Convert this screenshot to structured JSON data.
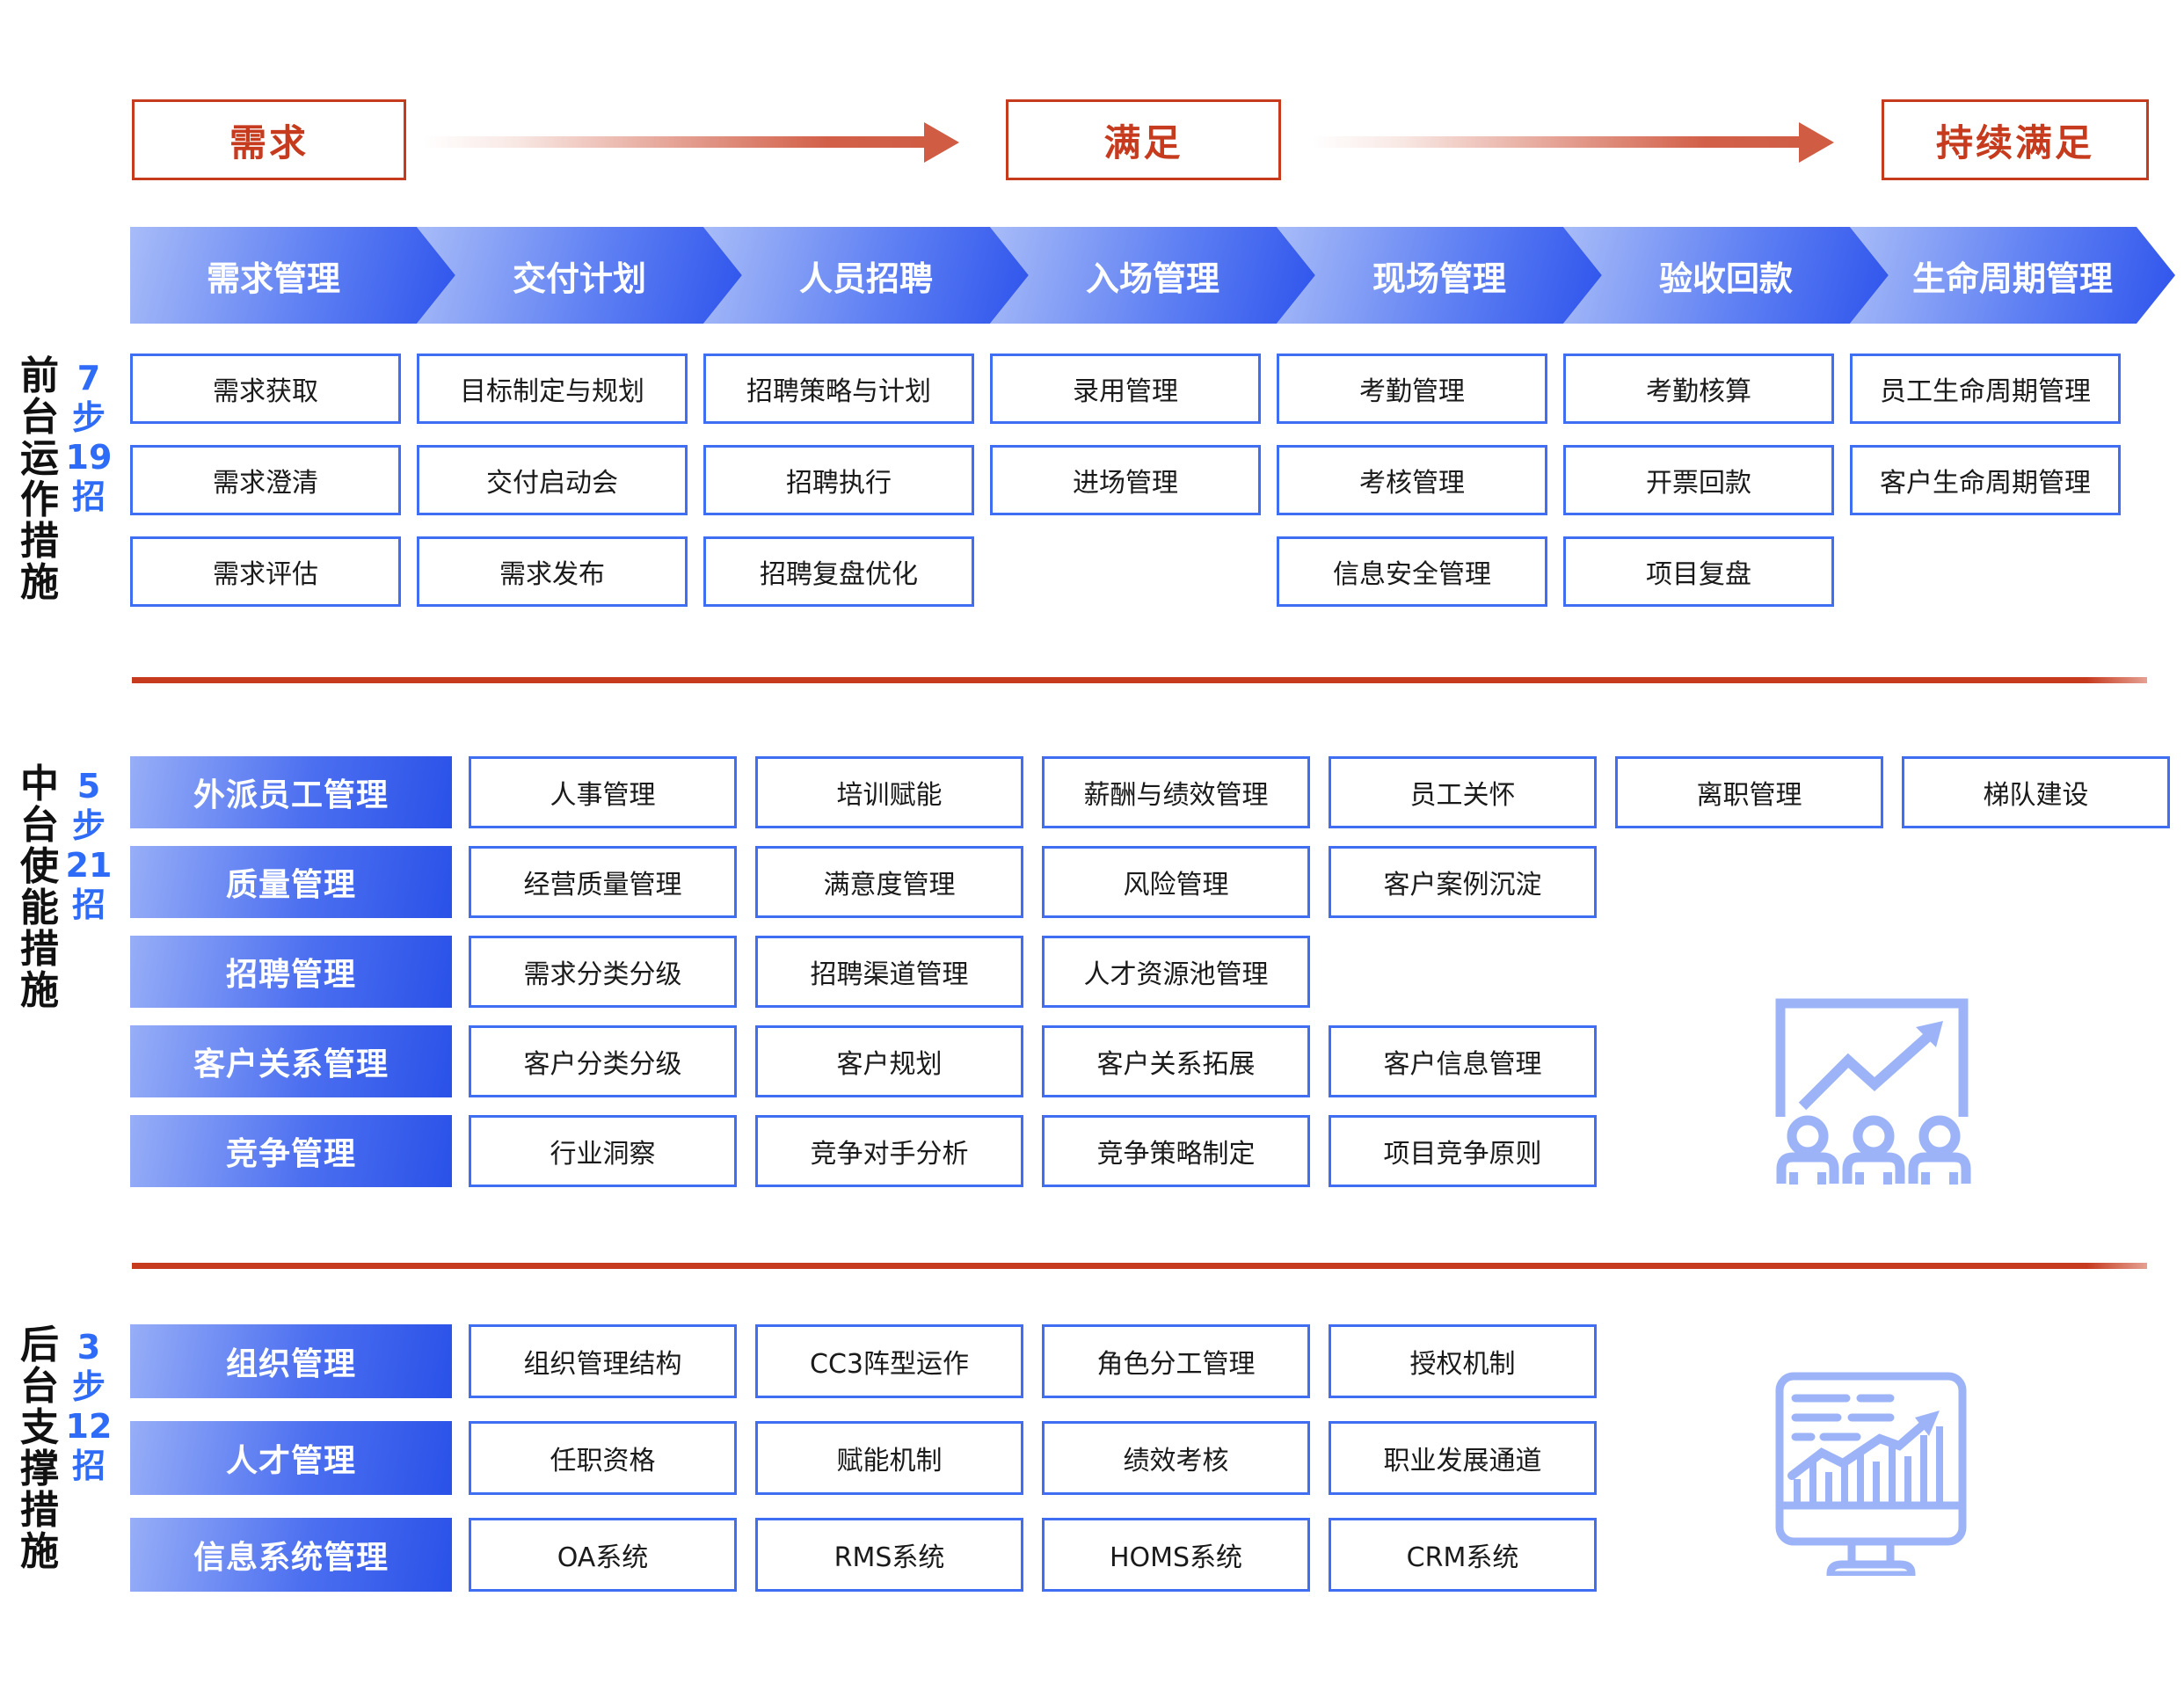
{
  "colors": {
    "accent_red": "#c63a1e",
    "box_border_blue": "#3f6ef2",
    "count_text_blue": "#2e6bf6",
    "chevron_blue_dark": "#2e54ec",
    "chevron_blue_light": "#a8bcf8",
    "icon_blue": "#9db3f8"
  },
  "top_flow": {
    "stages": [
      "需求",
      "满足",
      "持续满足"
    ]
  },
  "front_stage": {
    "label": "前台运作措施",
    "count": "7步19招",
    "columns": [
      {
        "header": "需求管理",
        "items": [
          "需求获取",
          "需求澄清",
          "需求评估"
        ]
      },
      {
        "header": "交付计划",
        "items": [
          "目标制定与规划",
          "交付启动会",
          "需求发布"
        ]
      },
      {
        "header": "人员招聘",
        "items": [
          "招聘策略与计划",
          "招聘执行",
          "招聘复盘优化"
        ]
      },
      {
        "header": "入场管理",
        "items": [
          "录用管理",
          "进场管理"
        ]
      },
      {
        "header": "现场管理",
        "items": [
          "考勤管理",
          "考核管理",
          "信息安全管理"
        ]
      },
      {
        "header": "验收回款",
        "items": [
          "考勤核算",
          "开票回款",
          "项目复盘"
        ]
      },
      {
        "header": "生命周期管理",
        "items": [
          "员工生命周期管理",
          "客户生命周期管理"
        ]
      }
    ]
  },
  "middle_stage": {
    "label": "中台使能措施",
    "count": "5步21招",
    "rows": [
      {
        "category": "外派员工管理",
        "items": [
          "人事管理",
          "培训赋能",
          "薪酬与绩效管理",
          "员工关怀",
          "离职管理",
          "梯队建设"
        ]
      },
      {
        "category": "质量管理",
        "items": [
          "经营质量管理",
          "满意度管理",
          "风险管理",
          "客户案例沉淀"
        ]
      },
      {
        "category": "招聘管理",
        "items": [
          "需求分类分级",
          "招聘渠道管理",
          "人才资源池管理"
        ]
      },
      {
        "category": "客户关系管理",
        "items": [
          "客户分类分级",
          "客户规划",
          "客户关系拓展",
          "客户信息管理"
        ]
      },
      {
        "category": "竞争管理",
        "items": [
          "行业洞察",
          "竞争对手分析",
          "竞争策略制定",
          "项目竞争原则"
        ]
      }
    ]
  },
  "back_stage": {
    "label": "后台支撑措施",
    "count": "3步12招",
    "rows": [
      {
        "category": "组织管理",
        "items": [
          "组织管理结构",
          "CC3阵型运作",
          "角色分工管理",
          "授权机制"
        ]
      },
      {
        "category": "人才管理",
        "items": [
          "任职资格",
          "赋能机制",
          "绩效考核",
          "职业发展通道"
        ]
      },
      {
        "category": "信息系统管理",
        "items": [
          "OA系统",
          "RMS系统",
          "HOMS系统",
          "CRM系统"
        ]
      }
    ]
  },
  "icons": [
    "presentation-growth-chart-icon",
    "monitor-analytics-icon"
  ]
}
